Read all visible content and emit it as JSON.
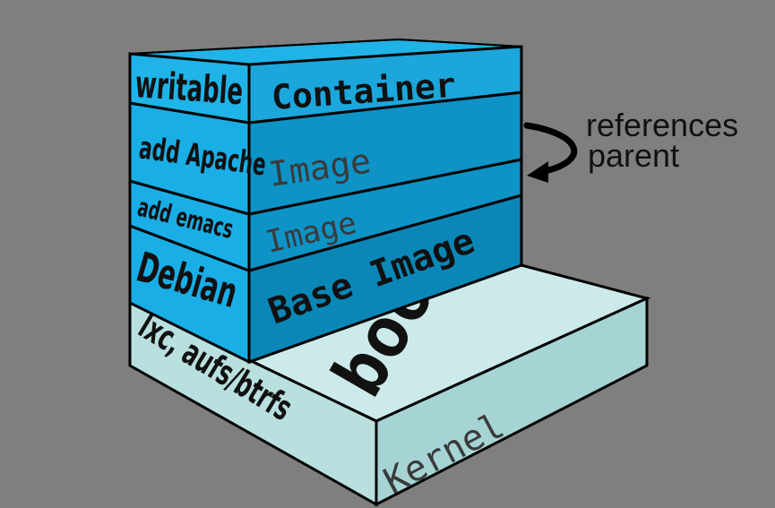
{
  "diagram": {
    "layers": [
      {
        "side_label": "writable",
        "front_label": "Container"
      },
      {
        "side_label": "add Apache",
        "front_label": "Image"
      },
      {
        "side_label": "add emacs",
        "front_label": "Image"
      },
      {
        "side_label": "Debian",
        "front_label": "Base Image"
      },
      {
        "side_label": "lxc, aufs/btrfs",
        "front_label": "Kernel",
        "top_label": "bootfs"
      }
    ],
    "annotation": {
      "line1": "references",
      "line2": "parent"
    },
    "colors": {
      "background": "#7f7f7f",
      "container_top": "#1fb3e8",
      "layer_side": "#19aee6",
      "layer_front": "#0d93c6",
      "base_front": "#0b87b7",
      "kernel_side": "#b9dfdf",
      "kernel_front": "#a6d4d4",
      "kernel_top": "#cdeaea",
      "outline": "#000000"
    }
  }
}
